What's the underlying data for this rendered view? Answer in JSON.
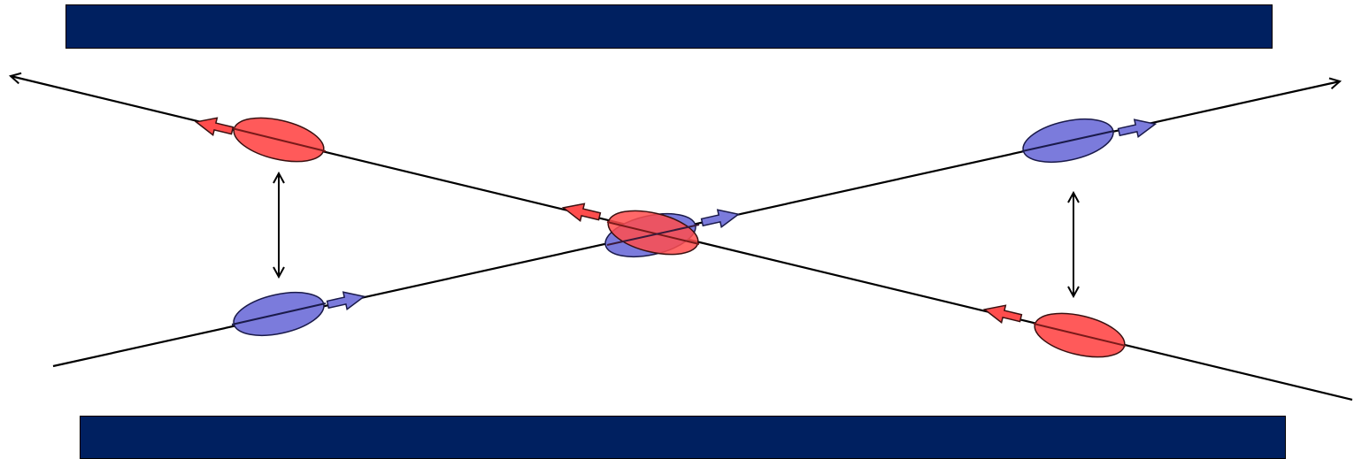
{
  "diagram": {
    "colors": {
      "bar": "#002060",
      "red_fill": "#ff4d4d",
      "blue_fill": "#7b7bdc",
      "line": "#000000"
    },
    "elements": {
      "top_bar": "banner",
      "bottom_bar": "banner",
      "lines": [
        "line-descending",
        "line-ascending"
      ],
      "ellipses": [
        "red-ellipse-top-left",
        "blue-ellipse-bottom-left",
        "overlap-center",
        "blue-ellipse-top-right",
        "red-ellipse-bottom-right"
      ],
      "arrows": [
        "red-arrow-left",
        "blue-arrow-right",
        "double-arrow-vertical"
      ]
    }
  }
}
